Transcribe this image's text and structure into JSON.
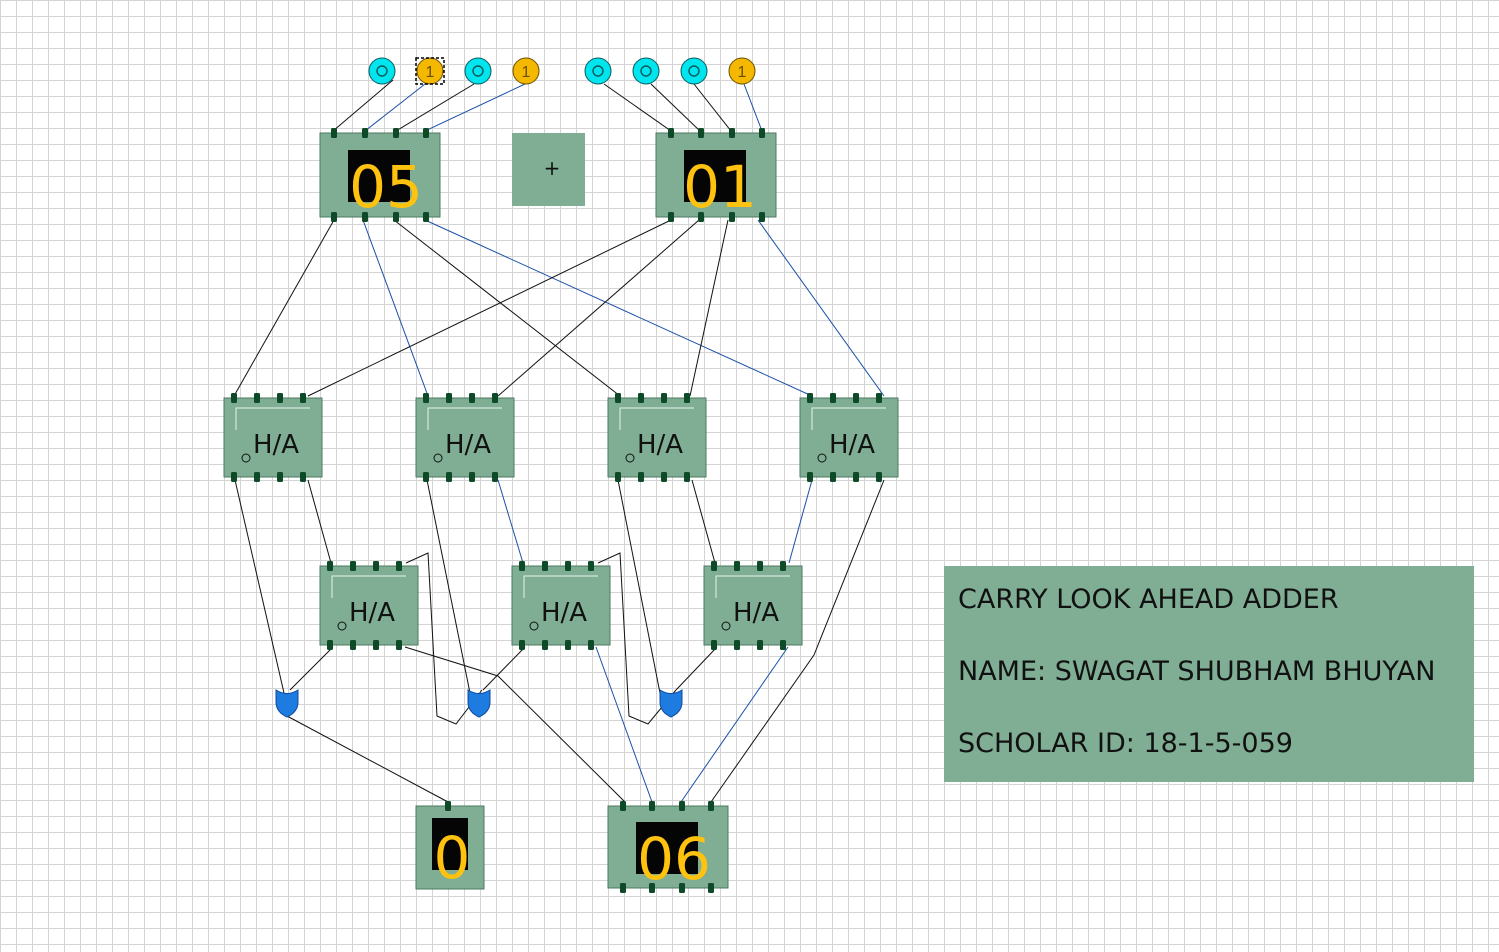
{
  "app": {
    "name": "Logic circuit simulator canvas"
  },
  "inputs": {
    "number_a_bits": [
      {
        "state": "0"
      },
      {
        "state": "1",
        "label": "1",
        "selected": true
      },
      {
        "state": "0"
      },
      {
        "state": "1",
        "label": "1"
      }
    ],
    "number_b_bits": [
      {
        "state": "0"
      },
      {
        "state": "0"
      },
      {
        "state": "0"
      },
      {
        "state": "1",
        "label": "1"
      }
    ]
  },
  "displays": {
    "input_a": "05",
    "input_b": "01",
    "operator": "+",
    "carry_out": "0",
    "sum": "06"
  },
  "half_adders": {
    "label": "H/A",
    "count_row1": 4,
    "count_row2": 3
  },
  "or_gates": {
    "count": 3
  },
  "info": {
    "title": "CARRY LOOK AHEAD ADDER",
    "name": "NAME: SWAGAT SHUBHAM BHUYAN",
    "scholar_id": "SCHOLAR ID: 18-1-5-059"
  },
  "colors": {
    "chip_fill": "#7fae94",
    "pin": "#0f4a28",
    "display_bg": "#050505",
    "display_digit": "#ffc20e",
    "input_off": "#00e5ee",
    "input_on": "#f5b800",
    "wire_black": "#111111",
    "wire_blue": "#1a4fa8",
    "or_gate": "#1e7be0"
  }
}
